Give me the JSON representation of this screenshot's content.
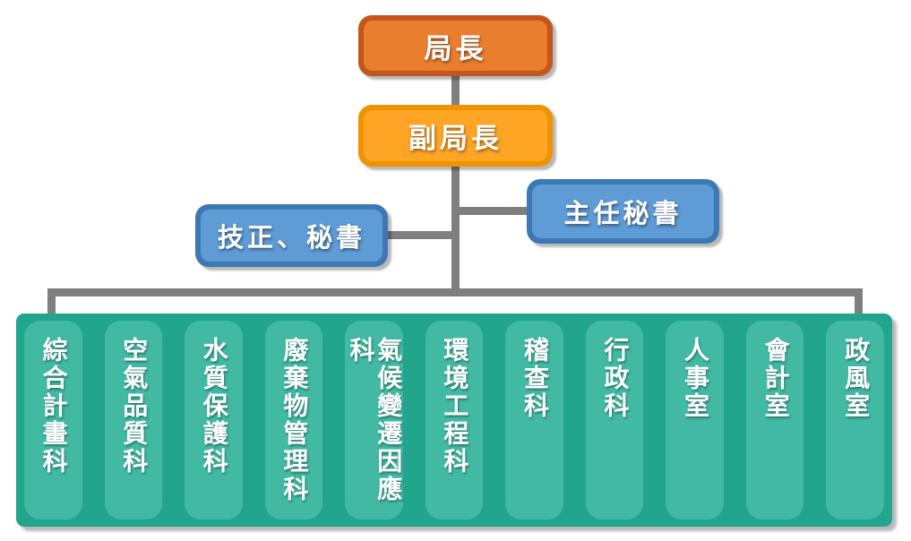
{
  "diagram_type": "org-chart",
  "colors": {
    "connector": "#7F7F7F",
    "director_border": "#C3561C",
    "director_fill": "#EA7E2F",
    "deputy_border": "#EF9300",
    "deputy_fill": "#FFA525",
    "secretary_border": "#3C78B5",
    "secretary_fill": "#5F9BD5",
    "department_container": "#22A58D",
    "department_pill": "#41B9A3",
    "text": "#FFFFFF"
  },
  "nodes": {
    "director": {
      "label": "局長"
    },
    "deputy_director": {
      "label": "副局長"
    },
    "technical_secretary": {
      "label": "技正、秘書"
    },
    "chief_secretary": {
      "label": "主任秘書"
    }
  },
  "departments": [
    {
      "label": "綜合計畫科"
    },
    {
      "label": "空氣品質科"
    },
    {
      "label": "水質保護科"
    },
    {
      "label": "廢棄物管理科"
    },
    {
      "label": "氣候變遷因應科"
    },
    {
      "label": "環境工程科"
    },
    {
      "label": "稽查科"
    },
    {
      "label": "行政科"
    },
    {
      "label": "人事室"
    },
    {
      "label": "會計室"
    },
    {
      "label": "政風室"
    }
  ],
  "edges": [
    "director->deputy_director",
    "deputy_director->technical_secretary",
    "deputy_director->chief_secretary",
    "deputy_director->departments"
  ]
}
